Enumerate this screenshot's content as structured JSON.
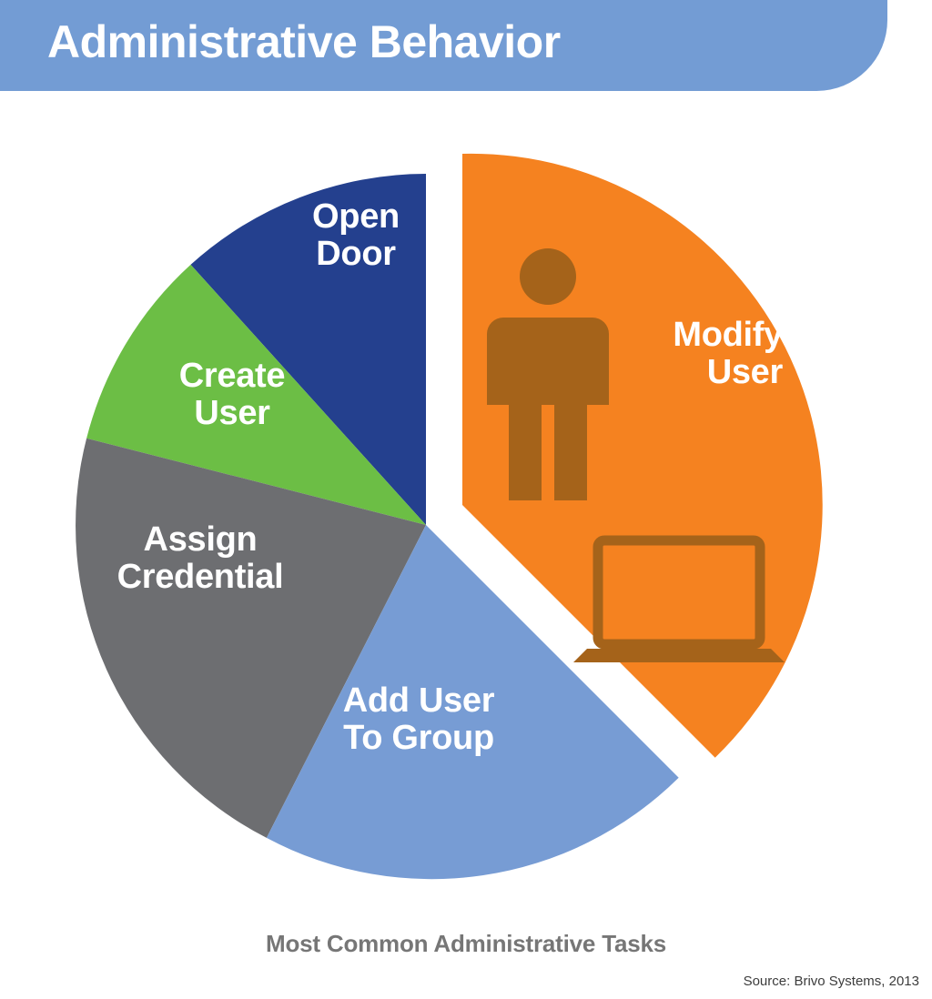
{
  "header": {
    "title": "Administrative Behavior",
    "background_color": "#739CD4",
    "text_color": "#FFFFFF"
  },
  "chart_data": {
    "type": "pie",
    "title": "Administrative Behavior",
    "caption": "Most Common Administrative Tasks",
    "source": "Source: Brivo Systems, 2013",
    "legend": "none",
    "labels_on_slices": true,
    "categories": [
      "Modify User",
      "Add User To Group",
      "Assign Credential",
      "Create User",
      "Open Door"
    ],
    "values": [
      37,
      20,
      18,
      13,
      12
    ],
    "units": "percent of administrative tasks",
    "colors": [
      "#F58220",
      "#779CD4",
      "#6D6E71",
      "#6CBE45",
      "#24408E"
    ],
    "exploded_slice": "Modify User",
    "slices": [
      {
        "label": "Modify User",
        "label_text": "Modify\nUser",
        "value": 37,
        "color": "#F58220",
        "start_angle": 0,
        "end_angle": 134,
        "exploded": true,
        "icon": "person-with-laptop-icon"
      },
      {
        "label": "Add User To Group",
        "label_text": "Add User\nTo Group",
        "value": 20,
        "color": "#779CD4",
        "start_angle": 134,
        "end_angle": 207,
        "exploded": false
      },
      {
        "label": "Assign Credential",
        "label_text": "Assign\nCredential",
        "value": 18,
        "color": "#6D6E71",
        "start_angle": 207,
        "end_angle": 272,
        "exploded": false
      },
      {
        "label": "Create User",
        "label_text": "Create\nUser",
        "value": 13,
        "color": "#6CBE45",
        "start_angle": 272,
        "end_angle": 318,
        "exploded": false
      },
      {
        "label": "Open Door",
        "label_text": "Open\nDoor",
        "value": 12,
        "color": "#24408E",
        "start_angle": 318,
        "end_angle": 360,
        "exploded": false
      }
    ]
  },
  "footer": {
    "caption": "Most Common Administrative Tasks",
    "source": "Source: Brivo Systems, 2013",
    "caption_color": "#767676"
  },
  "icons": {
    "person": "person-icon",
    "laptop": "laptop-icon",
    "icon_color": "#A5631A"
  }
}
